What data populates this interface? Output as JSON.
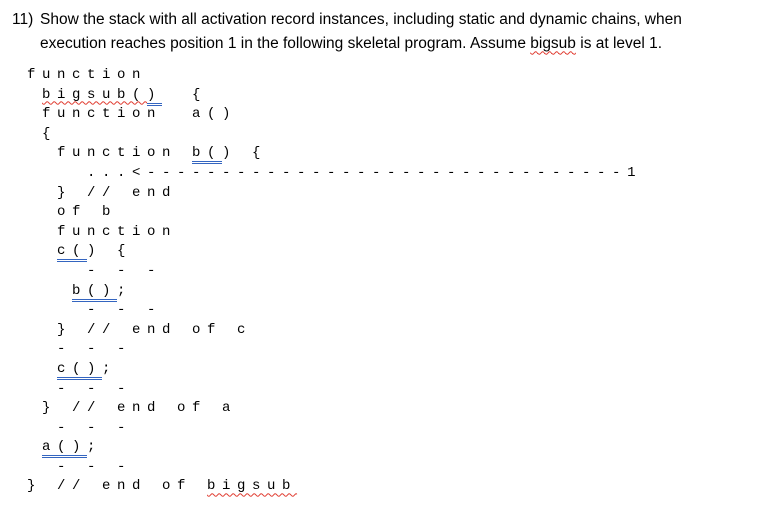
{
  "colors": {
    "spellcheck_red": "#e03a2f",
    "grammar_blue": "#3465c0",
    "text": "#000000",
    "background": "#ffffff"
  },
  "heading": {
    "number": "11)",
    "line1": "Show the stack with all activation record instances, including static and dynamic chains, when",
    "line2_before": "execution reaches position 1 in the following skeletal program. Assume ",
    "line2_word": "bigsub",
    "line2_after": " is at level 1."
  },
  "code": {
    "lines": [
      [
        {
          "t": "function",
          "mark": null
        }
      ],
      [
        {
          "t": " ",
          "mark": null
        },
        {
          "t": "bigsub(",
          "mark": "red"
        },
        {
          "t": ")",
          "mark": "blue"
        },
        {
          "t": "  {",
          "mark": null
        }
      ],
      [
        {
          "t": " function  a()",
          "mark": null
        }
      ],
      [
        {
          "t": " {",
          "mark": null
        }
      ],
      [
        {
          "t": "  function ",
          "mark": null
        },
        {
          "t": "b(",
          "mark": "blue"
        },
        {
          "t": ") {",
          "mark": null
        }
      ],
      [
        {
          "t": "    ...<--------------------------------",
          "mark": null
        },
        {
          "t": "1",
          "mark": null,
          "name": "position-1-label"
        }
      ],
      [
        {
          "t": "  } // end",
          "mark": null
        }
      ],
      [
        {
          "t": "  of b",
          "mark": null
        }
      ],
      [
        {
          "t": "  function",
          "mark": null
        }
      ],
      [
        {
          "t": "  ",
          "mark": null
        },
        {
          "t": "c(",
          "mark": "blue"
        },
        {
          "t": ") {",
          "mark": null
        }
      ],
      [
        {
          "t": "    - - -",
          "mark": null
        }
      ],
      [
        {
          "t": "   ",
          "mark": null
        },
        {
          "t": "b()",
          "mark": "blue"
        },
        {
          "t": ";",
          "mark": null
        }
      ],
      [
        {
          "t": "    - - -",
          "mark": null
        }
      ],
      [
        {
          "t": "  } // end of c",
          "mark": null
        }
      ],
      [
        {
          "t": "  - - -",
          "mark": null
        }
      ],
      [
        {
          "t": "  c",
          "mark": "blue-wrap",
          "note": "c()"
        },
        {
          "t": "",
          "mark": null
        }
      ],
      [
        {
          "t": "  - - -",
          "mark": null
        }
      ],
      [
        {
          "t": " } // end of a",
          "mark": null
        }
      ],
      [
        {
          "t": "  - - -",
          "mark": null
        }
      ],
      [
        {
          "t": " ",
          "mark": null
        },
        {
          "t": "a()",
          "mark": "blue"
        },
        {
          "t": ";",
          "mark": null
        }
      ],
      [
        {
          "t": "  - - -",
          "mark": null
        }
      ],
      [
        {
          "t": "} // end of ",
          "mark": null
        },
        {
          "t": "bigsub",
          "mark": "red"
        }
      ]
    ]
  }
}
